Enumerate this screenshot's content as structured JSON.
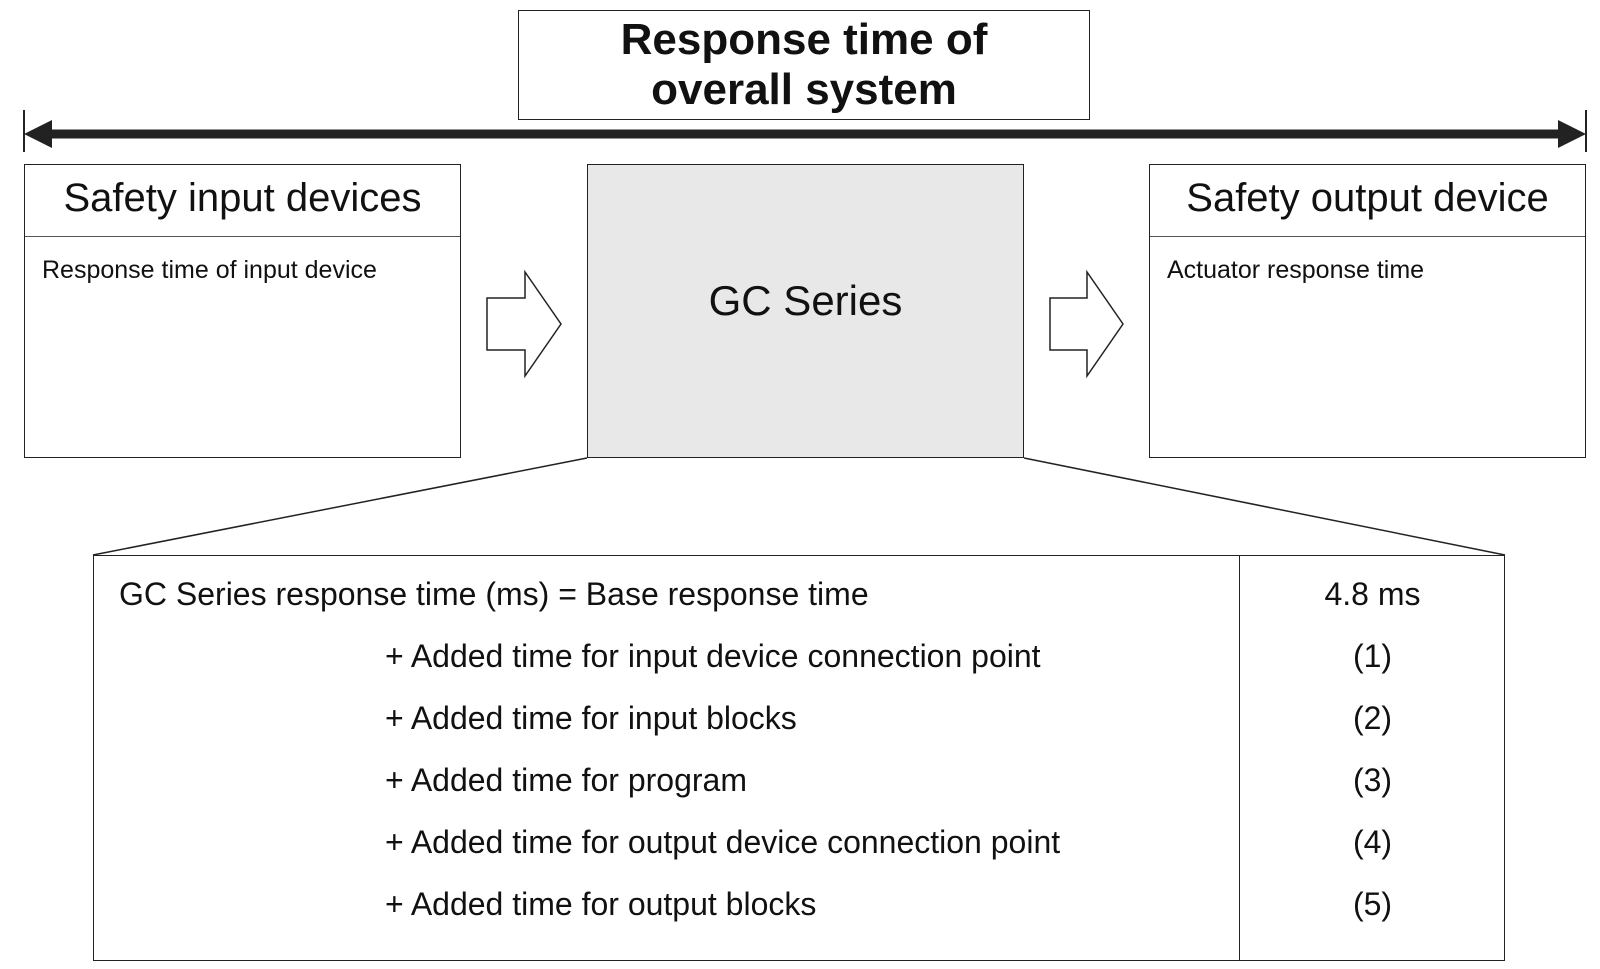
{
  "title": {
    "line1": "Response time of",
    "line2": "overall system"
  },
  "input_panel": {
    "heading": "Safety input devices",
    "subtext": "Response time of input device"
  },
  "gc_box": {
    "label": "GC Series"
  },
  "output_panel": {
    "heading": "Safety output device",
    "subtext": "Actuator response time"
  },
  "formula": {
    "rows": [
      {
        "term": "GC Series response time (ms) = Base response time",
        "value": "4.8 ms"
      },
      {
        "term": "+ Added time for input device connection point",
        "value": "(1)"
      },
      {
        "term": "+ Added time for input blocks",
        "value": "(2)"
      },
      {
        "term": "+ Added time for program",
        "value": "(3)"
      },
      {
        "term": "+ Added time for output device connection point",
        "value": "(4)"
      },
      {
        "term": "+ Added time for output blocks",
        "value": "(5)"
      }
    ]
  },
  "colors": {
    "line": "#222222",
    "gc_fill": "#e8e8e8"
  }
}
